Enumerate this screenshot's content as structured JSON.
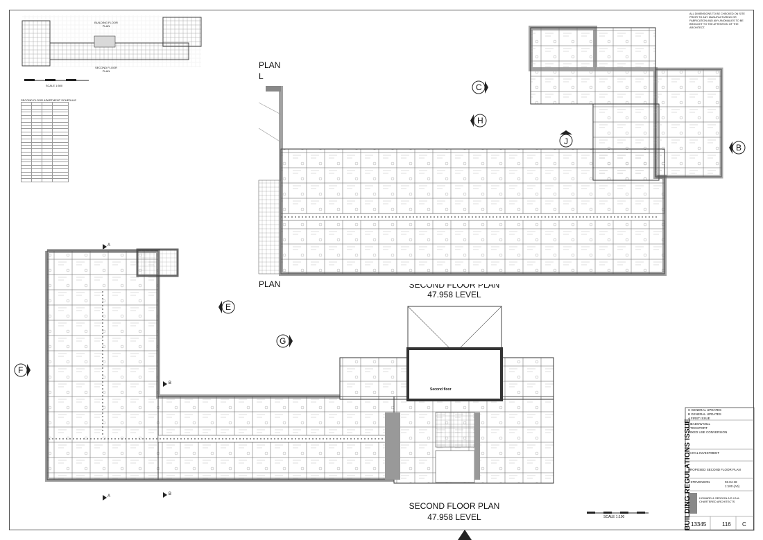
{
  "key_plan": {
    "upper_label": "BUILDING FLOOR PLAN",
    "lower_label": "SECOND FLOOR PLAN",
    "scale": "SCALE 1:500"
  },
  "schedule": {
    "title": "SECOND FLOOR APARTMENT SCHEDULE",
    "rows": 24,
    "cols": 4
  },
  "upper_plan": {
    "title_fragment_top": "PLAN",
    "title_fragment_l": "L",
    "title_fragment_bottom": "PLAN",
    "title": "SECOND FLOOR PLAN",
    "level": "47.958 LEVEL"
  },
  "lower_plan": {
    "atrium_label": "Second floor",
    "title": "SECOND FLOOR PLAN",
    "level": "47.958 LEVEL"
  },
  "markers": {
    "a": "A",
    "b": "B",
    "c": "C",
    "e": "E",
    "f": "F",
    "g": "G",
    "h": "H",
    "j": "J"
  },
  "scale_bar": {
    "label": "SCALE 1:100"
  },
  "title_block": {
    "note": "ALL DIMENSIONS TO BE CHECKED ON SITE PRIOR TO ANY MANUFACTURING OR FABRICATION AND ANY ANOMALIES TO BE BROUGHT TO THE ATTENTION OF THE ARCHITECT.",
    "issue_banner": "BUILDING REGULATIONS ISSUE",
    "revisions": [
      "C   GENERAL UPDATES",
      "B   GENERAL UPDATES",
      "A   FIRST ISSUE"
    ],
    "project": [
      "MEADOW MILL",
      "STOCKPORT",
      "MIXED USE CONVERSION"
    ],
    "client": "AVIVAL INVESTMENT",
    "drawing_title": "PROPOSED SECOND FLOOR PLAN",
    "drawn_by": "J STEVENSON",
    "date": "02.04.18",
    "scale": "1:100 (A0)",
    "architect": "HOWARD & SEDDON A.R.I.B.A. CHARTERED ARCHITECTS",
    "job_no": "13345",
    "drawing_no": "116",
    "revision": "C"
  }
}
